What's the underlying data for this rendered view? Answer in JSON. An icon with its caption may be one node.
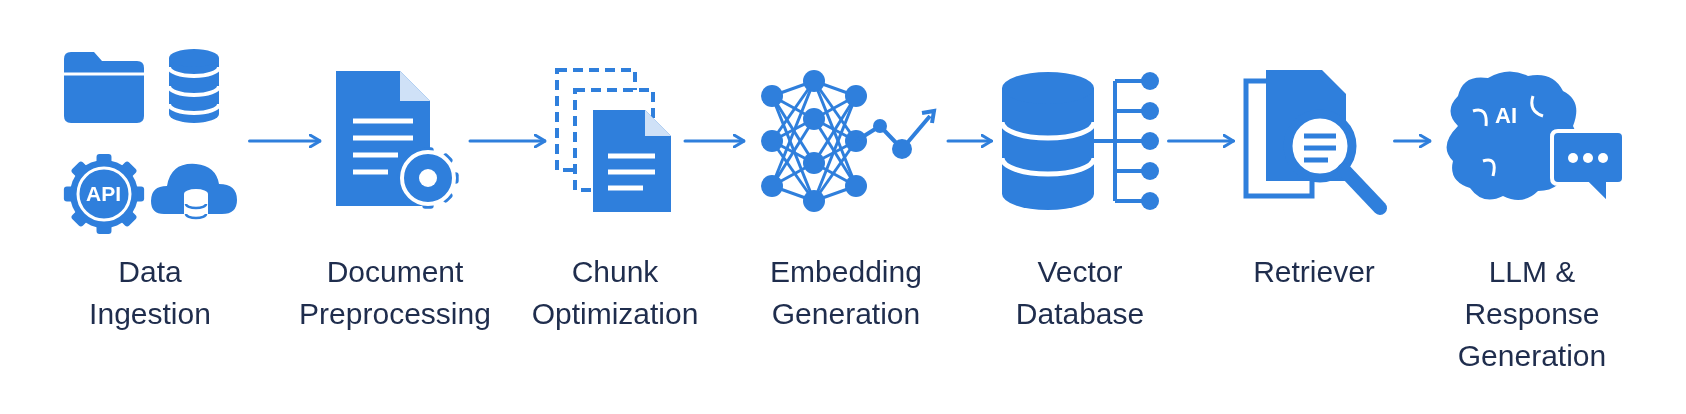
{
  "diagram": {
    "nodes": [
      {
        "text": [
          "Data Ingestion"
        ]
      },
      {
        "text": [
          "Document Preprocessing"
        ]
      },
      {
        "text": [
          "Chunk Optimization"
        ]
      },
      {
        "text": [
          "Embedding Generation"
        ]
      },
      {
        "text": [
          "Vector Database"
        ]
      },
      {
        "text": [
          "Retriever"
        ]
      },
      {
        "text": [
          "LLM & Response Generation"
        ]
      }
    ],
    "edges": [
      {
        "from": 0,
        "to": 1,
        "arrow": "to"
      },
      {
        "from": 1,
        "to": 2,
        "arrow": "to"
      },
      {
        "from": 2,
        "to": 3,
        "arrow": "to"
      },
      {
        "from": 3,
        "to": 4,
        "arrow": "to"
      },
      {
        "from": 4,
        "to": 5,
        "arrow": "to"
      },
      {
        "from": 5,
        "to": 6,
        "arrow": "to"
      }
    ],
    "labels": [
      "API",
      "AI"
    ]
  }
}
